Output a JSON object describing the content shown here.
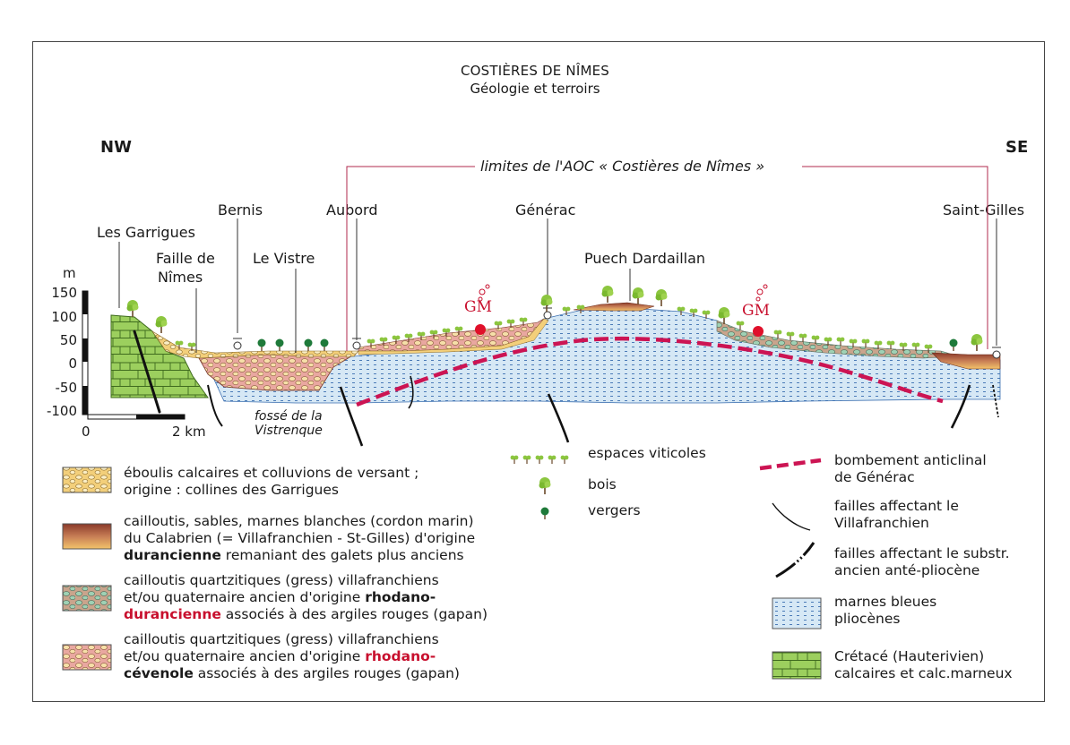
{
  "title": "COSTIÈRES DE NÎMES",
  "subtitle": "Géologie et terroirs",
  "orientation": {
    "left": "NW",
    "right": "SE"
  },
  "aoc_limits_label": "limites de l'AOC « Costières de Nîmes »",
  "places": {
    "garrigues": "Les Garrigues",
    "faille_line1": "Faille de",
    "faille_line2": "Nîmes",
    "bernis": "Bernis",
    "vistre": "Le Vistre",
    "aubord": "Aubord",
    "generac": "Générac",
    "puech": "Puech Dardaillan",
    "saint_gilles": "Saint-Gilles"
  },
  "fosse_line1": "fossé de la",
  "fosse_line2": "Vistrenque",
  "vertical_scale": {
    "unit": "m",
    "ticks": [
      "150",
      "100",
      "50",
      "0",
      "-50",
      "-100"
    ]
  },
  "horizontal_scale": {
    "start": "0",
    "end": "2 km"
  },
  "gm_label": "GM",
  "colors": {
    "cretace": "#9ccf5e",
    "marnes_bleues": "#d6e8f5",
    "eboulis": "#f3cf7a",
    "durancien": "#b06a55",
    "rhodano_durancien": "#9fd1b4",
    "rhodano_cevenol": "#e9a7a0",
    "anticline": "#cc1453",
    "gm_dot": "#e0102a"
  },
  "legend_left": [
    {
      "lines": [
        [
          "éboulis calcaires et colluvions de versant ;"
        ],
        [
          "origine : collines des Garrigues"
        ]
      ]
    },
    {
      "lines": [
        [
          "cailloutis, sables, marnes blanches (cordon marin)"
        ],
        [
          "du Calabrien (= Villafranchien - St-Gilles) d'origine"
        ],
        [
          "durancienne",
          " remaniant des galets plus anciens"
        ]
      ]
    },
    {
      "lines": [
        [
          "cailloutis quartzitiques (gress) villafranchiens"
        ],
        [
          "et/ou quaternaire ancien d'origine ",
          "rhodano-"
        ],
        [
          "durancienne",
          " associés à des argiles rouges (gapan)"
        ]
      ]
    },
    {
      "lines": [
        [
          "cailloutis quartzitiques (gress) villafranchiens"
        ],
        [
          "et/ou quaternaire ancien d'origine ",
          "rhodano-"
        ],
        [
          "cévenole",
          " associés à des argiles rouges (gapan)"
        ]
      ]
    }
  ],
  "legend_middle": [
    "espaces viticoles",
    "bois",
    "vergers"
  ],
  "legend_right": [
    [
      "bombement anticlinal",
      "de Générac"
    ],
    [
      "failles affectant le",
      "Villafranchien"
    ],
    [
      "failles affectant le substr.",
      "ancien anté-pliocène"
    ],
    [
      "marnes bleues",
      "pliocènes"
    ],
    [
      "Crétacé (Hauterivien)",
      "calcaires et calc.marneux"
    ]
  ]
}
